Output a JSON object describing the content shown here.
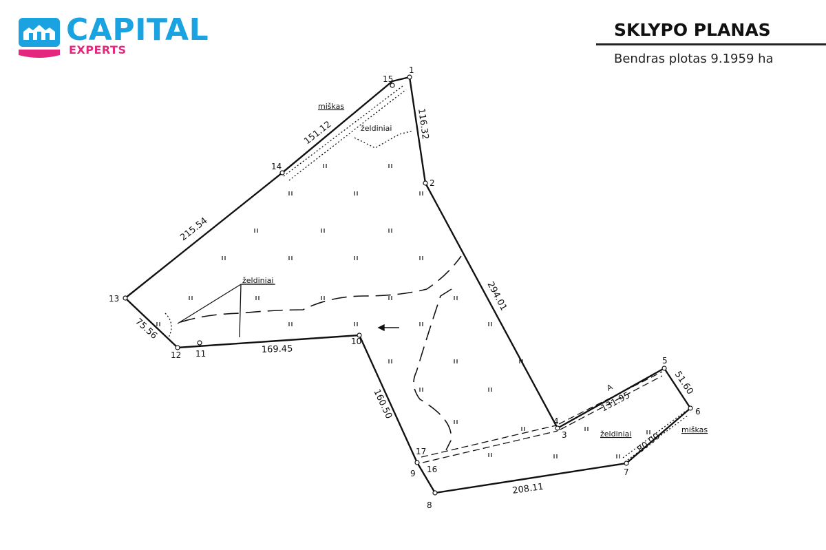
{
  "brand": {
    "name": "CAPITAL",
    "tagline": "EXPERTS",
    "primary_color": "#1aa3e0",
    "accent_color": "#e5267d"
  },
  "header": {
    "title": "SKLYPO PLANAS",
    "area": "Bendras plotas 9.1959 ha"
  },
  "plan": {
    "points": [
      "1",
      "2",
      "3",
      "4",
      "5",
      "6",
      "7",
      "8",
      "9",
      "10",
      "11",
      "12",
      "13",
      "14",
      "15",
      "16",
      "17"
    ],
    "dimensions": [
      "116.32",
      "294.01",
      "131.95",
      "51.60",
      "80.00",
      "208.11",
      "160.50",
      "169.45",
      "75.56",
      "215.54",
      "151.12"
    ],
    "notes": {
      "miskas_top": "miškas",
      "zeldiniai_top": "želdiniai",
      "zeldiniai_left": "želdiniai",
      "zeldiniai_right": "želdiniai",
      "miskas_right": "miškas",
      "marker_a": "A"
    }
  }
}
